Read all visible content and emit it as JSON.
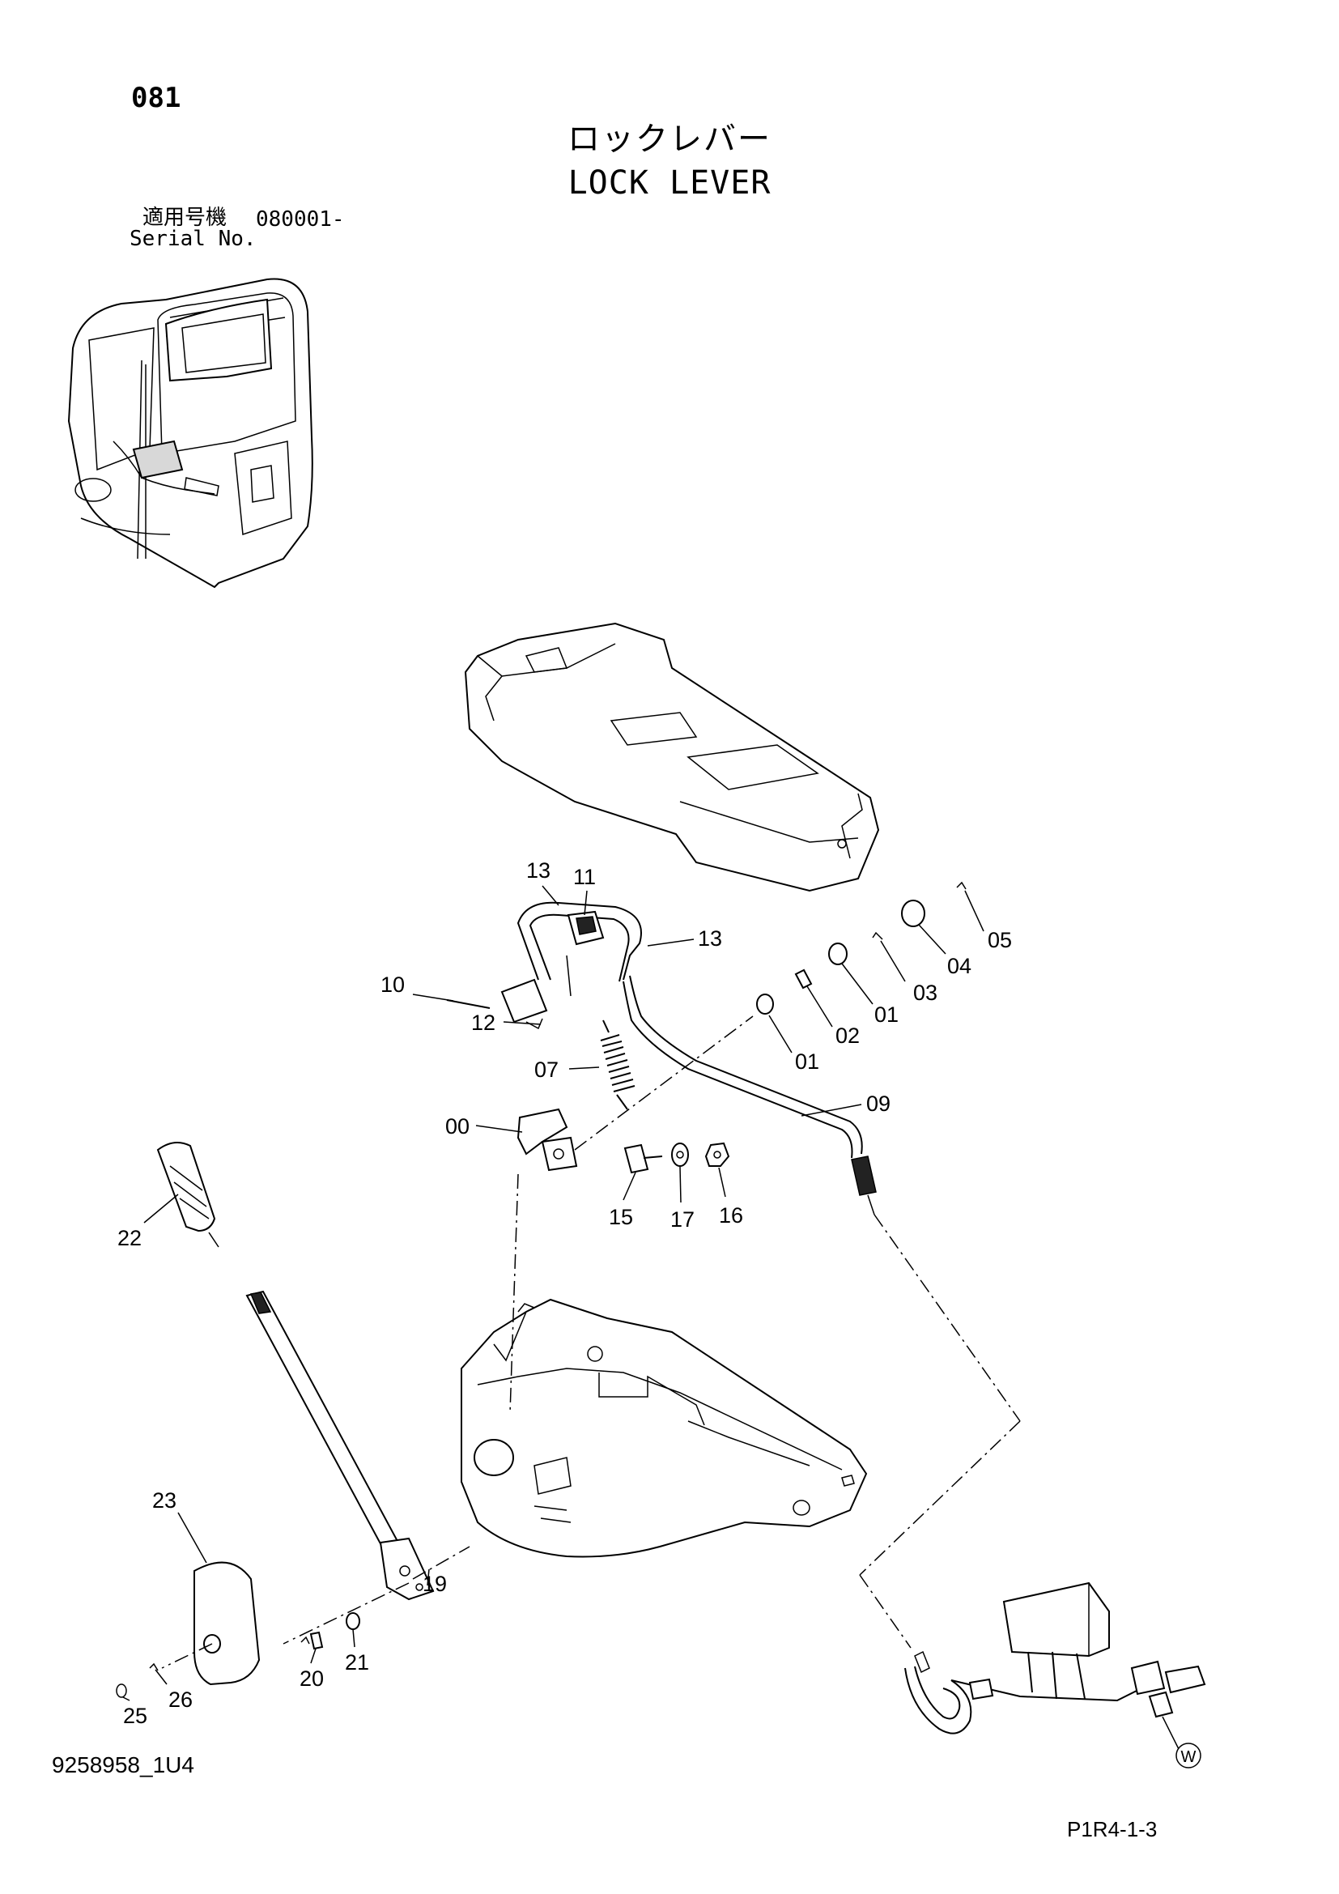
{
  "header": {
    "page_number": "081",
    "title_jp": "ロックレバー",
    "title_en": "LOCK LEVER",
    "serial_label_jp": "適用号機",
    "serial_value": "080001-",
    "serial_label_en": "Serial No."
  },
  "footer": {
    "doc_code": "9258958_1U4",
    "page_ref": "P1R4-1-3"
  },
  "callouts": {
    "c00": "00",
    "c01a": "01",
    "c01b": "01",
    "c02": "02",
    "c03": "03",
    "c04": "04",
    "c05": "05",
    "c07": "07",
    "c09": "09",
    "c10": "10",
    "c11": "11",
    "c12": "12",
    "c13a": "13",
    "c13b": "13",
    "c15": "15",
    "c16": "16",
    "c17": "17",
    "c19": "19",
    "c20": "20",
    "c21": "21",
    "c22": "22",
    "c23": "23",
    "c25": "25",
    "c26": "26",
    "marker_w": "W"
  }
}
